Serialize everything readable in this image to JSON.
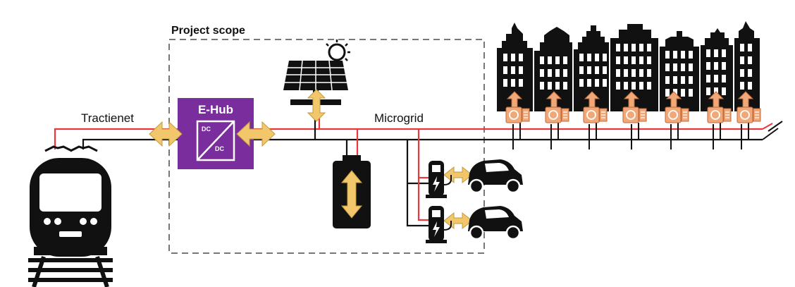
{
  "diagram": {
    "project_scope_label": "Project scope",
    "tractienet_label": "Tractienet",
    "microgrid_label": "Microgrid",
    "ehub": {
      "title": "E-Hub",
      "dc_in": "DC",
      "dc_out": "DC"
    }
  },
  "colors": {
    "power_line": "#e8383d",
    "bus_line": "#111111",
    "ehub_fill": "#7a2e9e",
    "arrow_fill": "#f2c66a",
    "house_arrow": "#f0a878",
    "icon_dark": "#111111",
    "scope_border": "#777777"
  },
  "icons": [
    "train-icon",
    "ehub-converter-icon",
    "solar-panel-icon",
    "sun-icon",
    "battery-icon",
    "charging-station-icon",
    "electric-car-icon",
    "canal-house-icon",
    "heat-pump-icon"
  ]
}
